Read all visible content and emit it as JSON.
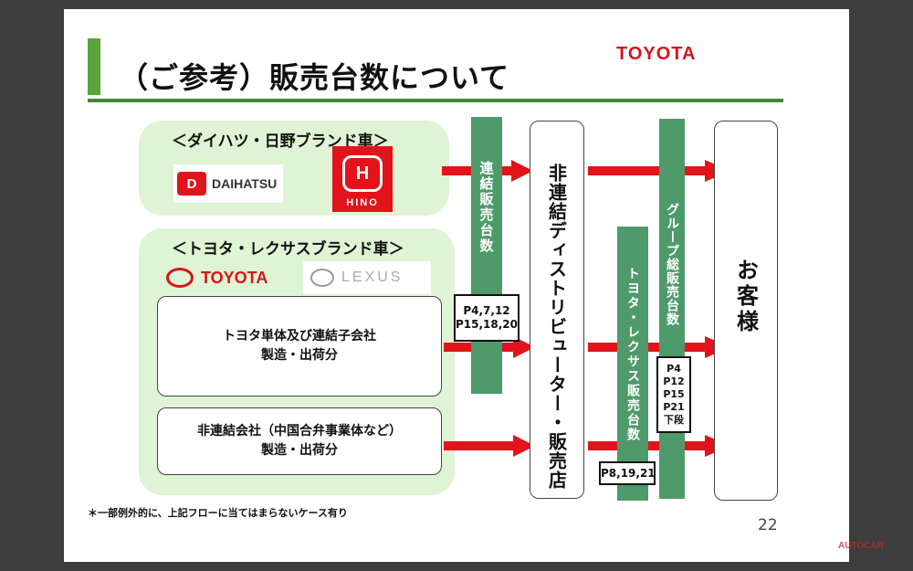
{
  "title": "（ご参考）販売台数について",
  "brand_mark": "TOYOTA",
  "panels": {
    "daihatsu_hino": {
      "heading": "＜ダイハツ・日野ブランド車＞",
      "logo_daihatsu_text": "DAIHATSU",
      "logo_hino_text": "HINO"
    },
    "toyota_lexus": {
      "heading": "＜トヨタ・レクサスブランド車＞",
      "logo_toyota_text": "TOYOTA",
      "logo_lexus_text": "LEXUS",
      "box1": {
        "line1": "トヨタ単体及び連結子会社",
        "line2": "製造・出荷分"
      },
      "box2": {
        "line1": "非連結会社（中国合弁事業体など）",
        "line2": "製造・出荷分"
      }
    }
  },
  "bars": {
    "consolidated": {
      "label": "連結販売台数",
      "pages_line1": "P4,7,12",
      "pages_line2": "P15,18,20"
    },
    "toyota_lexus_sales": {
      "label": "トヨタ・レクサス販売台数",
      "pages": "P8,19,21"
    },
    "group_total": {
      "label": "グループ総販売台数",
      "pages": [
        "P4",
        "P12",
        "P15",
        "P21",
        "下段"
      ]
    }
  },
  "distributor_label": "非連結ディストリビューター・販売店",
  "customer_label": "お客様",
  "footnote": "＊一部例外的に、上記フローに当てはまらないケース有り",
  "page_number": "22",
  "watermark": "AUTOCAR",
  "colors": {
    "panel_green": "#dff4d4",
    "bar_green": "#4f9a6b",
    "arrow_red": "#e3131b",
    "title_green": "#3f8a2b",
    "toyota_red": "#d7141a"
  }
}
